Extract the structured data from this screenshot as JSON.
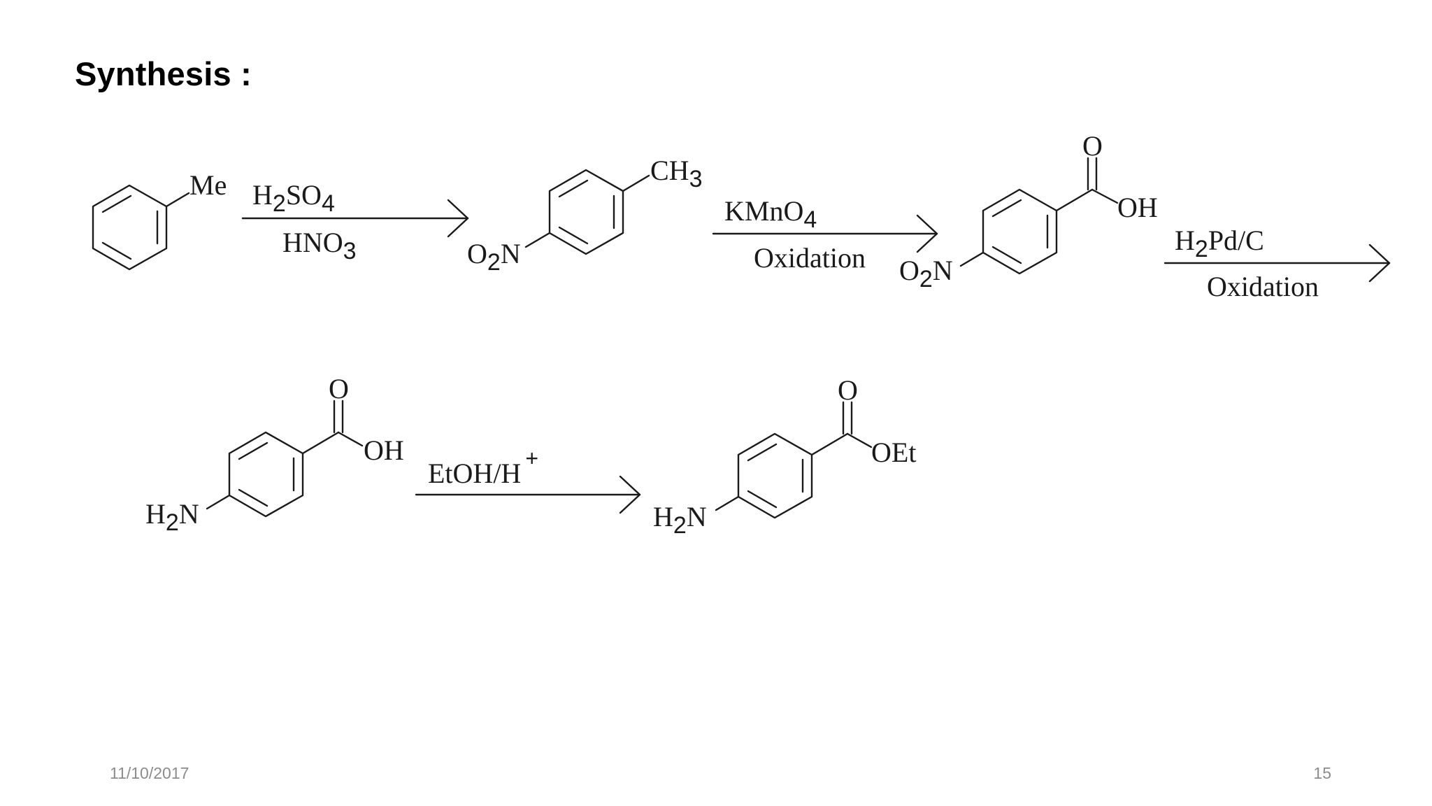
{
  "slide": {
    "title": "Synthesis :",
    "footer_date": "11/10/2017",
    "footer_page": "15"
  },
  "molecules": {
    "toluene": {
      "substituent": "Me"
    },
    "nitrotoluene": {
      "substituent_top": "CH",
      "substituent_top_sub": "3",
      "substituent_left": "O",
      "substituent_left_sub": "2",
      "substituent_left_tail": "N"
    },
    "nitrobenzoic_acid": {
      "carbonyl_o": "O",
      "hydroxyl": "OH",
      "substituent_left": "O",
      "substituent_left_sub": "2",
      "substituent_left_tail": "N"
    },
    "aminobenzoic_acid": {
      "carbonyl_o": "O",
      "hydroxyl": "OH",
      "substituent_left": "H",
      "substituent_left_sub": "2",
      "substituent_left_tail": "N"
    },
    "benzocaine": {
      "carbonyl_o": "O",
      "ester": "OEt",
      "substituent_left": "H",
      "substituent_left_sub": "2",
      "substituent_left_tail": "N"
    }
  },
  "reactions": [
    {
      "above": "H",
      "above_sub1": "2",
      "above_mid": "SO",
      "above_sub2": "4",
      "below": "HNO",
      "below_sub": "3"
    },
    {
      "above": "KMnO",
      "above_sub": "4",
      "below": "Oxidation"
    },
    {
      "above": "H",
      "above_sub": "2",
      "above_tail": "Pd/C",
      "below": "Oxidation"
    },
    {
      "above": "EtOH/H",
      "above_sup": "+"
    }
  ]
}
